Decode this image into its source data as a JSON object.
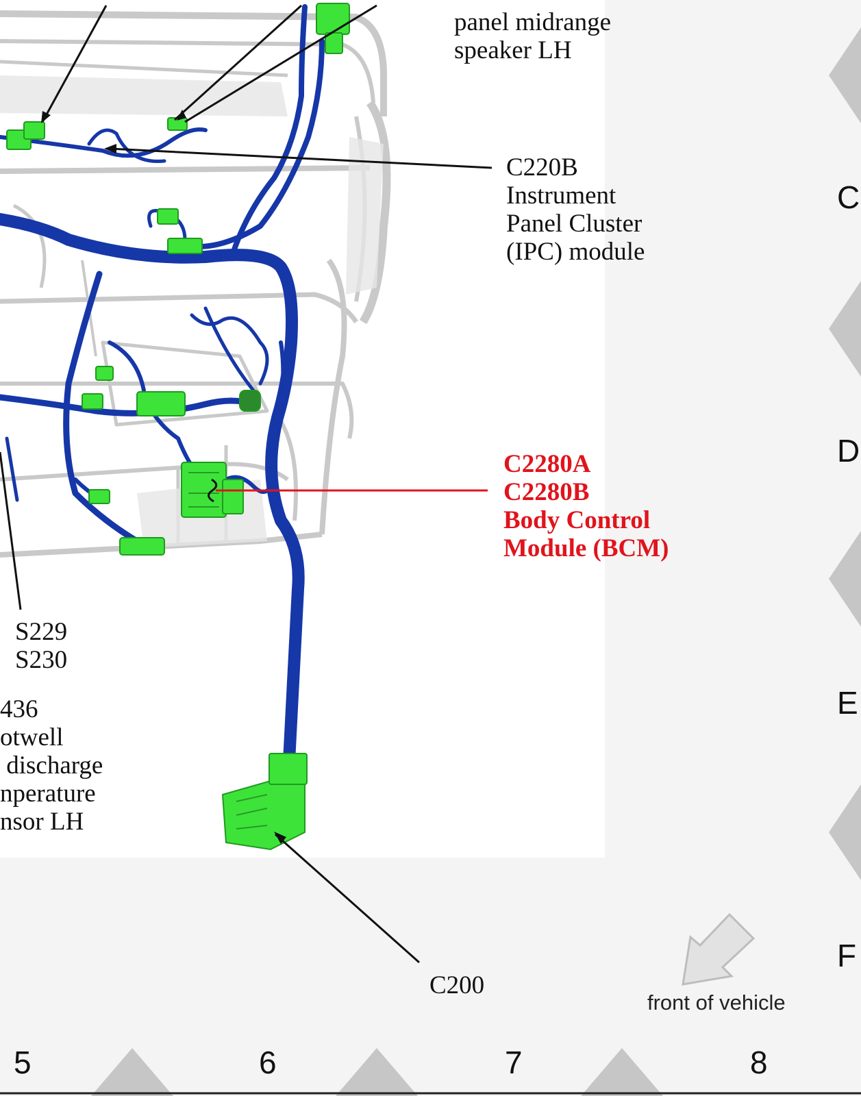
{
  "callouts": {
    "speaker": "panel midrange\nspeaker LH",
    "ipc": "C220B\nInstrument\nPanel Cluster\n(IPC) module",
    "bcm": "C2280A\nC2280B\nBody Control\nModule (BCM)",
    "splices": "S229\nS230",
    "sensor": "436\notwell\n discharge\nnperature\nnsor LH",
    "c200": "C200"
  },
  "grid": {
    "rows": [
      "C",
      "D",
      "E",
      "F"
    ],
    "columns": [
      "5",
      "6",
      "7",
      "8"
    ]
  },
  "orientation": {
    "label": "front of vehicle",
    "icon": "front-arrow-icon"
  },
  "colors": {
    "harness": "#1637a8",
    "connector": "#3ee33a",
    "highlight": "#e0141c",
    "frame": "#d2d2d2",
    "background": "#f4f4f4"
  }
}
